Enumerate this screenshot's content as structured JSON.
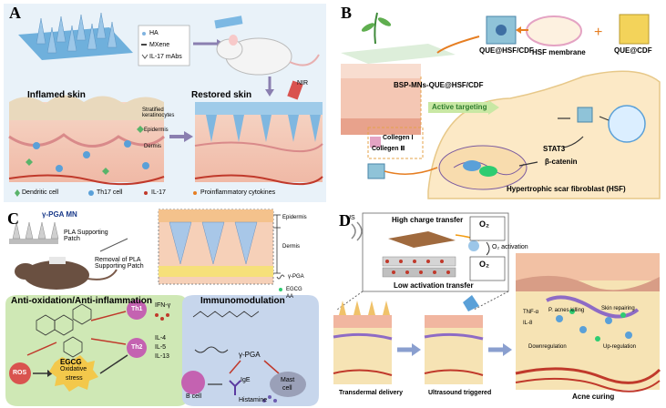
{
  "panels": {
    "a": {
      "letter": "A",
      "legend_items": [
        "HA",
        "MXene",
        "IL-17 mAbs"
      ],
      "inflamed_title": "Inflamed skin",
      "restored_title": "Restored skin",
      "nir": "NIR",
      "layers": [
        "Stratified keratinocytes",
        "Epidermis",
        "Dermis"
      ],
      "key": [
        "Dendritic cell",
        "Th17 cell",
        "IL-17",
        "Proinflammatory cytokines"
      ]
    },
    "b": {
      "letter": "B",
      "label_quehsf": "QUE@HSF/CDF",
      "label_membrane": "HSF membrane",
      "label_quecdf": "QUE@CDF",
      "label_bsp": "BSP-MNs-QUE@HSF/CDF",
      "label_active": "Active targeting",
      "collagen1": "Collegen Ⅰ",
      "collagen3": "Collegen Ⅲ",
      "stat3": "STAT3",
      "catenin": "β-catenin",
      "hsf": "Hypertrophic scar fibroblast (HSF)"
    },
    "c": {
      "letter": "C",
      "mn": "γ-PGA MN",
      "patch": "PLA Supporting Patch",
      "removal": "Removal of PLA Supporting Patch",
      "epidermis": "Epidermis",
      "dermis": "Dermis",
      "legend": [
        "γ-PGA",
        "EGCG",
        "AA"
      ],
      "anti": "Anti-oxidation/Anti-inflammation",
      "immuno": "Immunomodulation",
      "egcg": "EGCG",
      "ros": "ROS",
      "ox1": "Oxidative",
      "ox2": "stress",
      "th1": "Th1",
      "th2": "Th2",
      "ifn": "IFN-γ",
      "il4": "IL-4",
      "il5": "IL-5",
      "il13": "IL-13",
      "pga": "γ-PGA",
      "bcell": "B cell",
      "ige": "IgE",
      "mast1": "Mast",
      "mast2": "cell",
      "histamine": "Histamine"
    },
    "d": {
      "letter": "D",
      "us": "US",
      "high": "High charge transfer",
      "low": "Low activation transfer",
      "o2act": "O₂ activation",
      "o2": "O₂",
      "transdermal": "Transdermal delivery",
      "ultrasound": "Ultrasound triggered",
      "acne": "Acne curing",
      "p_acnes": "P. acnes killing",
      "skin_rep": "Skin repairing",
      "down": "Downregulation",
      "up": "Up-regulation",
      "il8": "IL-8",
      "tnf": "TNF-α"
    }
  },
  "colors": {
    "skin_pink": "#f3c9b8",
    "dermis": "#f7d9cc",
    "epidermis_blue": "#cfe6f5",
    "panel_bg_a": "#e8f1f8",
    "fibroblast": "#fbe8c4",
    "green_box": "#cfe8b5",
    "blue_box": "#c7d6ec"
  }
}
